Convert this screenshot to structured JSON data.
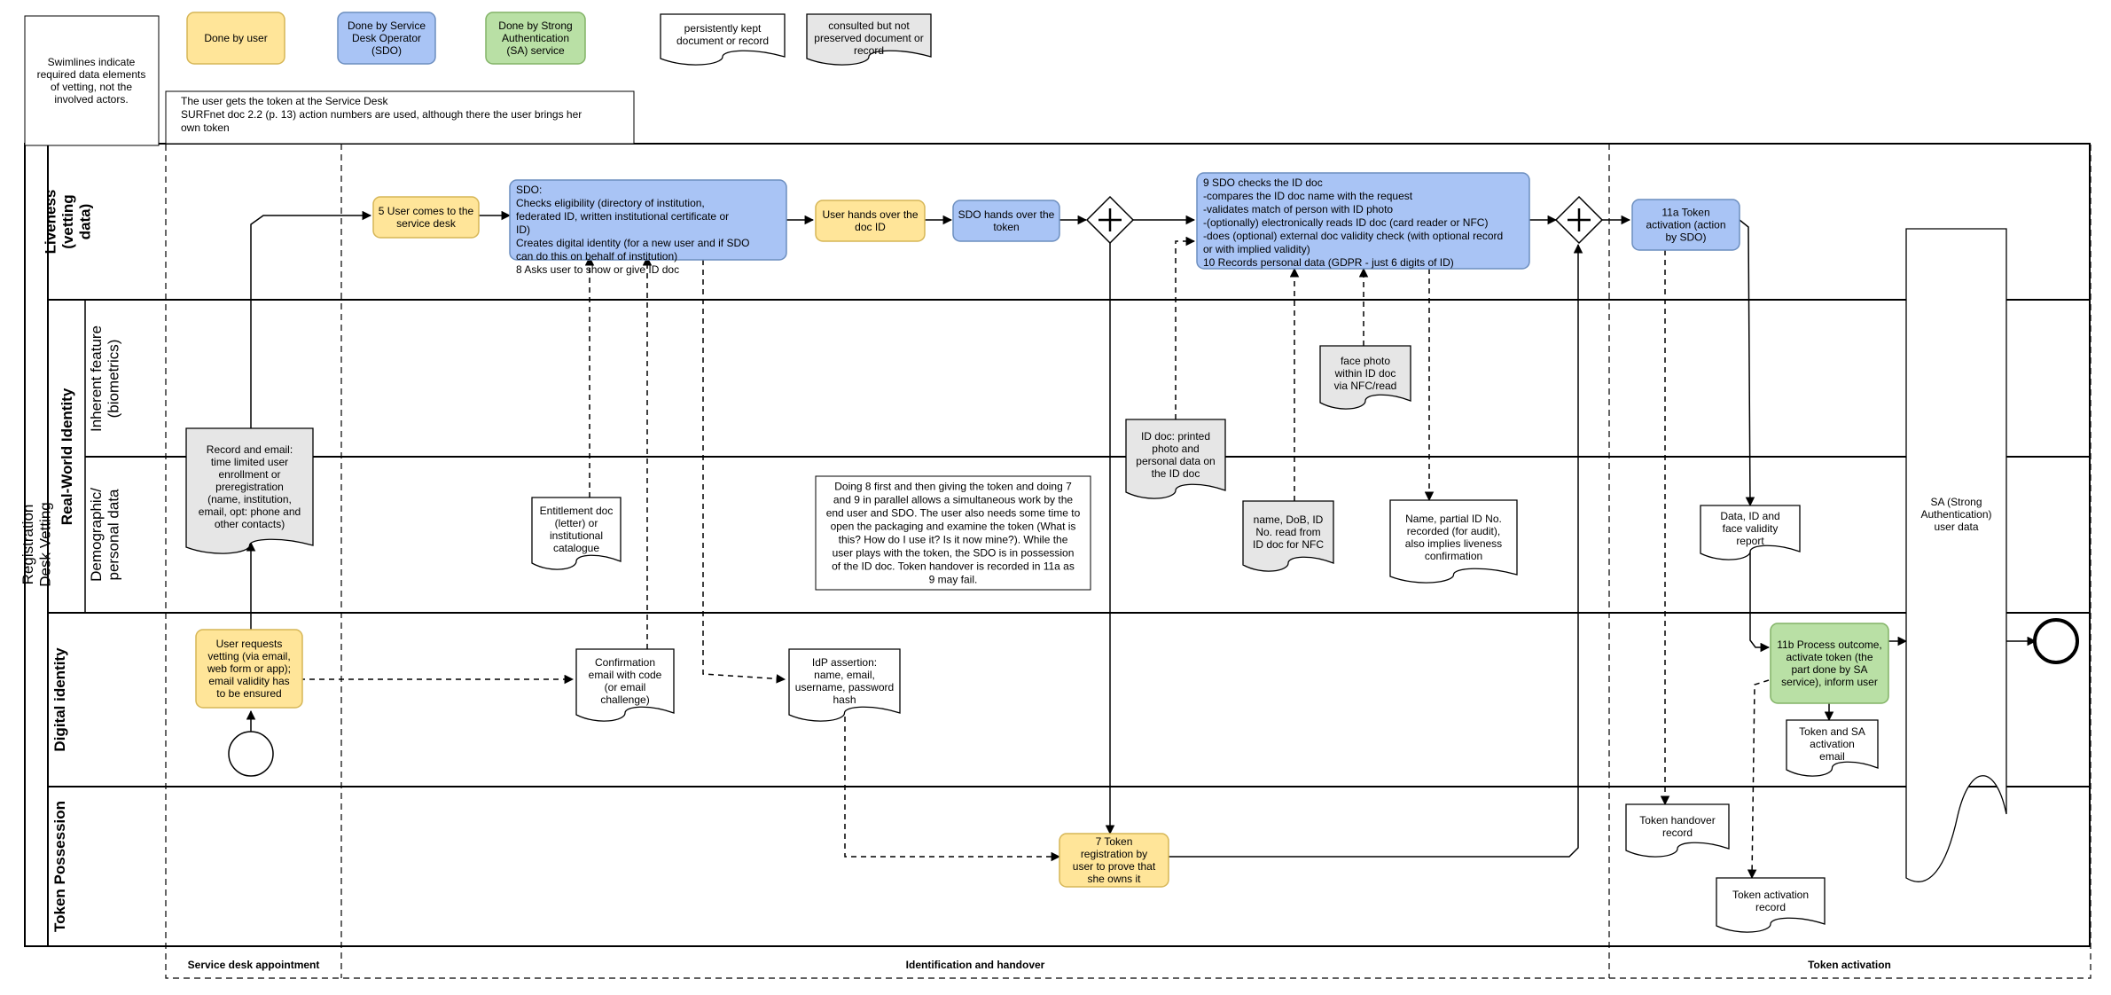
{
  "pool_title": "Registration Desk Vetting",
  "lanes": {
    "liveness": "Liveness (vetting data)",
    "real_world_identity": "Real-World Identity",
    "inherent_feature": "Inherent feature (biometrics)",
    "demographic": "Demographic/ personal data",
    "digital_identity": "Digital identity",
    "token_possession": "Token Possession"
  },
  "legend": {
    "swimlines_note": "Swimlines indicate required data elements of vetting, not the involved actors.",
    "done_by_user": "Done by user",
    "done_by_sdo": "Done by Service Desk Operator (SDO)",
    "done_by_sa": "Done by Strong Authentication (SA) service",
    "kept_document": "persistently kept document or record",
    "consulted_document": "consulted but not preserved document or record"
  },
  "header_note": "The user gets the token at the Service Desk\nSURFnet doc 2.2 (p. 13) action numbers are used, although there the user brings her own token",
  "phases": {
    "service_desk_appointment": "Service desk appointment",
    "identification_and_handover": "Identification and handover",
    "token_activation": "Token activation"
  },
  "tasks": {
    "user_requests_vetting": "User requests vetting (via email, web form or app); email validity has to be ensured",
    "user_comes": "5 User comes to the service desk",
    "sdo_checks_eligibility": "SDO:\nChecks eligibility (directory of institution, federated ID, written institutional certificate or ID)\nCreates digital identity (for a new user and if SDO can do this on behalf of institution)\n8 Asks user to show or give ID doc",
    "user_hands_over_doc": "User hands over the doc ID",
    "sdo_hands_over_token": "SDO hands over the token",
    "sdo_checks_id_doc": "9 SDO checks the ID doc\n-compares the ID doc name with the request\n-validates match of person with ID photo\n-(optionally) electronically reads ID doc (card reader or NFC)\n-does (optional) external doc validity check (with optional record or with implied validity)\n10 Records personal data (GDPR - just 6 digits of ID)",
    "token_activation_11a": "11a Token activation (action by SDO)",
    "token_registration_7": "7 Token registration by user to prove that she owns it",
    "process_outcome_11b": "11b Process outcome, activate token (the part done by SA service), inform user"
  },
  "documents": {
    "record_and_email": "Record and email: time limited user enrollment or preregistration (name, institution, email, opt: phone and other contacts)",
    "entitlement_doc": "Entitlement doc (letter) or institutional catalogue",
    "confirmation_email": "Confirmation email with code (or email challenge)",
    "idp_assertion": "IdP assertion: name, email, username, password hash",
    "id_doc_printed": "ID doc: printed photo and personal data on the ID doc",
    "face_photo": "face photo within ID doc via NFC/read",
    "name_dob": "name, DoB, ID No. read from ID doc for NFC",
    "name_partial_id": "Name, partial ID No. recorded (for audit), also implies liveness confirmation",
    "data_id_face": "Data, ID and face validity report",
    "token_handover_record": "Token handover record",
    "token_activation_record": "Token activation record",
    "token_sa_email": "Token and SA activation email",
    "sa_user_data": "SA (Strong Authentication) user data"
  },
  "annotation_parallel": "Doing 8 first and then giving the token and doing 7 and 9 in parallel allows a simultaneous work by the end user and SDO. The user also needs some time to open the packaging and examine the token (What is this? How do I use it? Is it now mine?). While the user plays with the token, the SDO is in possession of the ID doc. Token handover  is recorded in 11a as 9 may fail.",
  "colors": {
    "user_fill": "#FFE599",
    "user_stroke": "#D6B656",
    "sdo_fill": "#A9C4F5",
    "sdo_stroke": "#6C8EBF",
    "sa_fill": "#B9E0A5",
    "sa_stroke": "#82B366",
    "consulted_fill": "#E6E6E6",
    "line": "#000000"
  }
}
